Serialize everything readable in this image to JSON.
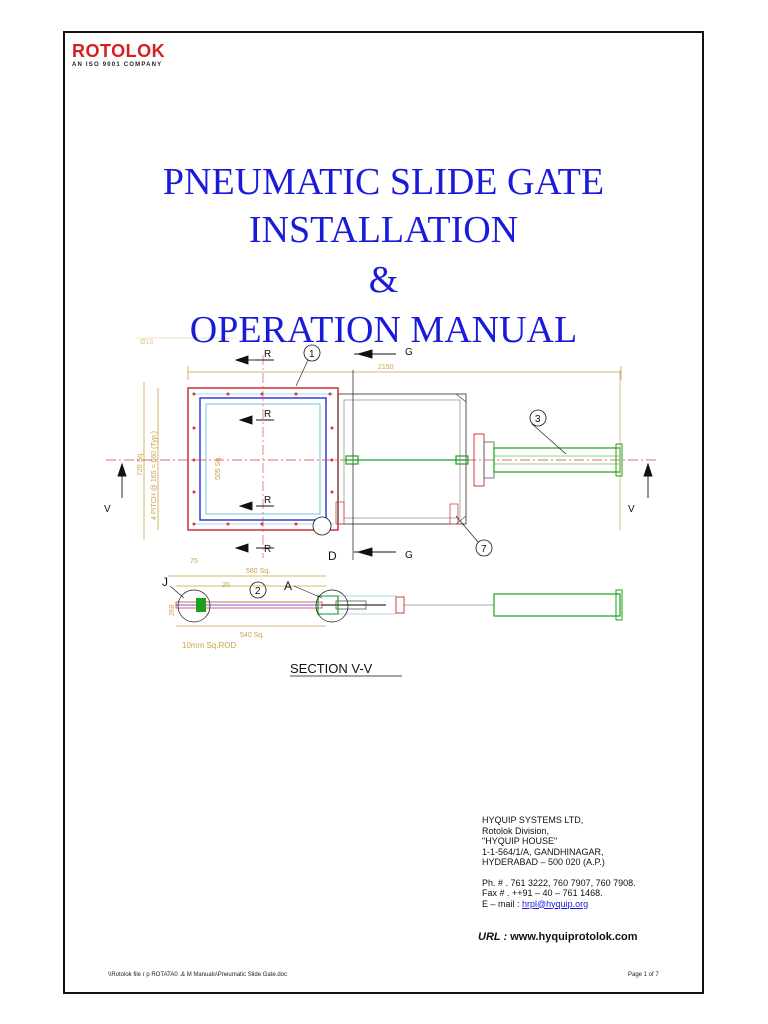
{
  "logo": {
    "name": "ROTOLOK",
    "tagline": "AN ISO 9001 COMPANY"
  },
  "title": {
    "line1": "PNEUMATIC SLIDE GATE",
    "line2": "INSTALLATION",
    "line3": "&",
    "line4": "OPERATION MANUAL"
  },
  "drawing": {
    "labels": {
      "r": "R",
      "g": "G",
      "v": "V",
      "d": "D",
      "j": "J",
      "a": "A",
      "n1": "1",
      "n2": "2",
      "n3": "3",
      "n7": "7",
      "section": "SECTION V-V"
    },
    "dims": {
      "width_total": "2150",
      "sq720": "720 Sq.",
      "pitch": "4 PITCH @ 165 = 660 (Typ.)",
      "sq505": "505 Sq.",
      "hole": "Ø18",
      "d75": "75",
      "d20": "20",
      "sq580": "580 Sq.",
      "d268": "268",
      "sq540": "540 Sq.",
      "rod": "10mm Sq.ROD"
    },
    "colors": {
      "frame": "#d43c3c",
      "blue": "#2b2bd6",
      "green": "#1aa01a",
      "dim": "#c8a24a",
      "cyan": "#4fb7d8"
    }
  },
  "address": {
    "company": "HYQUIP SYSTEMS LTD,",
    "division": "Rotolok Division,",
    "house": "\"HYQUIP HOUSE\"",
    "street": "1-1-564/1/A, GANDHINAGAR,",
    "city": "HYDERABAD – 500 020 (A.P.)",
    "phone": "Ph. # .   761 3222, 760 7907,  760 7908.",
    "fax": "Fax # . ++91 – 40 – 761 1468.",
    "email_label": "E – mail : ",
    "email": "hrpl@hyquip.org"
  },
  "url": {
    "label": "URL :",
    "value": "www.hyquiprotolok.com"
  },
  "footer": {
    "path": "\\\\Rotolok file r p ROTATA0 .& M Manuals\\Pneumatic Slide Gate.doc",
    "page": "Page 1 of 7"
  }
}
